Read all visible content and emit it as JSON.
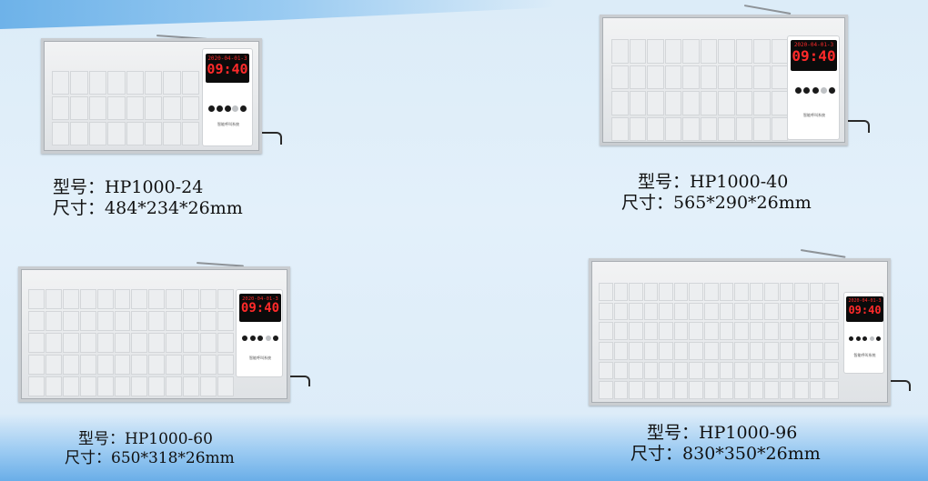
{
  "labels": {
    "model_prefix": "型号：",
    "size_prefix": "尺寸："
  },
  "device": {
    "date": "2020-04-01-3",
    "time": "09:40",
    "brand": "智能呼叫系统"
  },
  "products": [
    {
      "model": "HP1000-24",
      "size": "484*234*26mm"
    },
    {
      "model": "HP1000-40",
      "size": "565*290*26mm"
    },
    {
      "model": "HP1000-60",
      "size": "650*318*26mm"
    },
    {
      "model": "HP1000-96",
      "size": "830*350*26mm"
    }
  ],
  "colors": {
    "led": "#ff2a2a",
    "background": "#dcecf8",
    "accent_wave": "#5aa8e6"
  }
}
